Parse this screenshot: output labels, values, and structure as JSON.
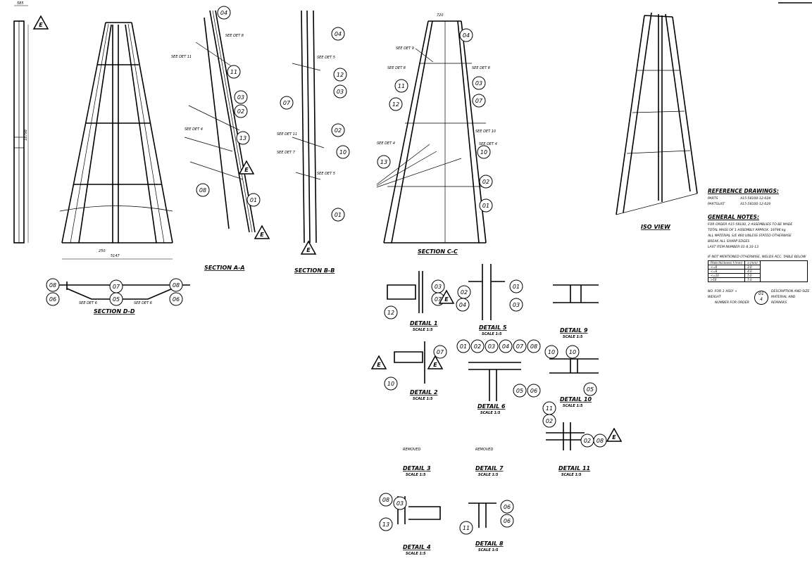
{
  "views": {
    "section_aa": "SECTION A-A",
    "section_bb": "SECTION B-B",
    "section_cc": "SECTION C-C",
    "section_dd": "SECTION D-D",
    "iso": "ISO VIEW"
  },
  "dimensions": {
    "height": "18798",
    "width": "5147",
    "bottom": "250",
    "top": "720",
    "side": "585",
    "leg": "250"
  },
  "callouts": {
    "see_det_8": "SEE DET 8",
    "see_det_11": "SEE DET 11",
    "see_det_4": "SEE DET 4",
    "see_det_5": "SEE DET 5",
    "see_det_7": "SEE DET 7",
    "see_det_10": "SEE DET 10",
    "see_det_6": "SEE DET 6",
    "see_det_9": "SEE DET 9"
  },
  "details": [
    {
      "title": "DETAIL 1",
      "scale": "SCALE 1:5"
    },
    {
      "title": "DETAIL 5",
      "scale": "SCALE 1:5"
    },
    {
      "title": "DETAIL 9",
      "scale": "SCALE 1:5"
    },
    {
      "title": "DETAIL 2",
      "scale": "SCALE 1:5"
    },
    {
      "title": "DETAIL 6",
      "scale": "SCALE 1:5"
    },
    {
      "title": "DETAIL 10",
      "scale": "SCALE 1:5"
    },
    {
      "title": "DETAIL 11",
      "scale": "SCALE 1:5"
    },
    {
      "title": "DETAIL 3",
      "scale": "SCALE 1:5",
      "note": "REMOVED"
    },
    {
      "title": "DETAIL 7",
      "scale": "SCALE 1:5",
      "note": "REMOVED"
    },
    {
      "title": "DETAIL 4",
      "scale": "SCALE 1:5"
    },
    {
      "title": "DETAIL 8",
      "scale": "SCALE 1:5"
    }
  ],
  "balloons": [
    "04",
    "11",
    "03",
    "02",
    "13",
    "08",
    "01",
    "04",
    "12",
    "03",
    "07",
    "02",
    "10",
    "01",
    "04",
    "11",
    "12",
    "03",
    "07",
    "10",
    "13",
    "02",
    "01",
    "08",
    "06",
    "07",
    "05",
    "08",
    "06",
    "03",
    "07",
    "04",
    "02",
    "01",
    "03",
    "12",
    "07",
    "10",
    "01",
    "02",
    "03",
    "04",
    "07",
    "08",
    "05",
    "06",
    "10",
    "05",
    "10",
    "02",
    "08",
    "11",
    "02",
    "06",
    "08",
    "13",
    "03",
    "06",
    "11"
  ],
  "weld_marker": "E",
  "reference": {
    "title": "REFERENCE DRAWINGS:",
    "items": [
      {
        "label": "PARTS",
        "value": "A15-58100-12-024"
      },
      {
        "label": "PARTSLIST",
        "value": "A15-58100-12-029"
      }
    ]
  },
  "general_notes": {
    "title": "GENERAL NOTES:",
    "lines": [
      "FOR ORDER A15-58100, 2 ASSEMBLIES TO BE MADE",
      "TOTAL MASS OF 1 ASSEMBLY APPROX. 19796 kg",
      "ALL MATERIAL S/E 460 UNLESS STATED OTHERWISE",
      "BREAK ALL SHARP EDGES",
      "LAST ITEM NUMBER  01-8,10-13"
    ],
    "weld_note": "IF NOT MENTIONED OTHERWISE, WELDS ACC. TABLE BELOW",
    "weld_table": {
      "headers": [
        "Plate thickness t (mm)",
        "a (mm)"
      ],
      "rows": [
        [
          "<=6",
          "3.0"
        ],
        [
          "<=8",
          "4.0"
        ],
        [
          "<=10",
          "5.0"
        ],
        [
          ">10",
          "5.0"
        ]
      ]
    },
    "legend": {
      "left_top": "NO. FOR 1 ASSY + WEIGHT",
      "left_bottom": "NUMBER FOR ORDER",
      "balloon_top": "01",
      "balloon_bottom": "4",
      "right_top": "DESCRIPTION AND SIZE",
      "right_bottom": "MATERIAL AND REMARKS"
    }
  }
}
